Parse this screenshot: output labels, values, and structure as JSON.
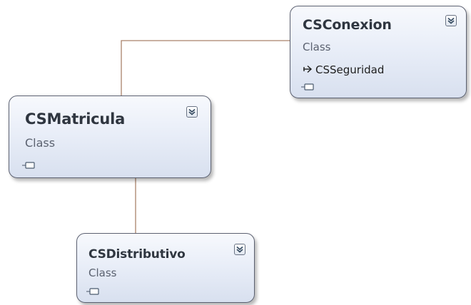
{
  "colors": {
    "connector": "#a9826a",
    "box_border": "#5b6070",
    "title_text": "#2f3640",
    "stereotype_text": "#5b6270"
  },
  "classes": [
    {
      "id": "csconexion",
      "name": "CSConexion",
      "stereotype": "Class",
      "members": [
        {
          "icon": "arrow-right-icon",
          "label": "CSSeguridad"
        }
      ],
      "toggle_icon": "double-chevron-down-icon"
    },
    {
      "id": "csmatricula",
      "name": "CSMatricula",
      "stereotype": "Class",
      "members": [],
      "toggle_icon": "double-chevron-down-icon"
    },
    {
      "id": "csdistributivo",
      "name": "CSDistributivo",
      "stereotype": "Class",
      "members": [],
      "toggle_icon": "double-chevron-down-icon"
    }
  ]
}
